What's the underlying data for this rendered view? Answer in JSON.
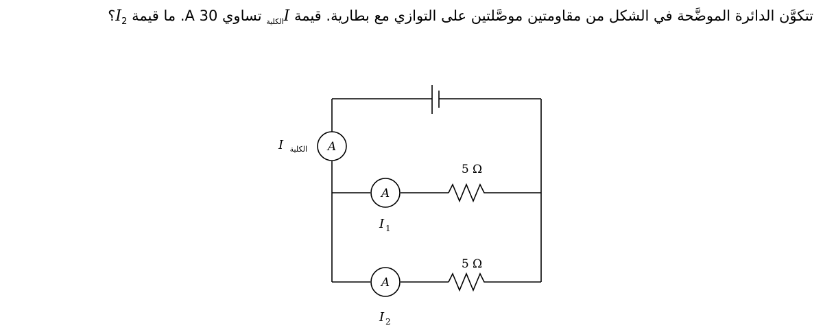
{
  "question": {
    "text_before": "تتكوَّن الدائرة الموضَّحة في الشكل من مقاومتين موصَّلتين على التوازي مع بطارية. قيمة ",
    "i_total_symbol": "I",
    "i_total_subscript": "الكلية",
    "text_middle": " تساوي ",
    "current_value": "30 A",
    "text_after": ". ما قيمة ",
    "i2_symbol": "I",
    "i2_subscript": "2",
    "question_mark": "؟"
  },
  "circuit": {
    "ammeter_symbol": "A",
    "total_label": {
      "symbol": "I",
      "subscript": "الكلية"
    },
    "branch1": {
      "resistance": "5 Ω",
      "current_label": {
        "symbol": "I",
        "subscript": "1"
      }
    },
    "branch2": {
      "resistance": "5 Ω",
      "current_label": {
        "symbol": "I",
        "subscript": "2"
      }
    }
  }
}
